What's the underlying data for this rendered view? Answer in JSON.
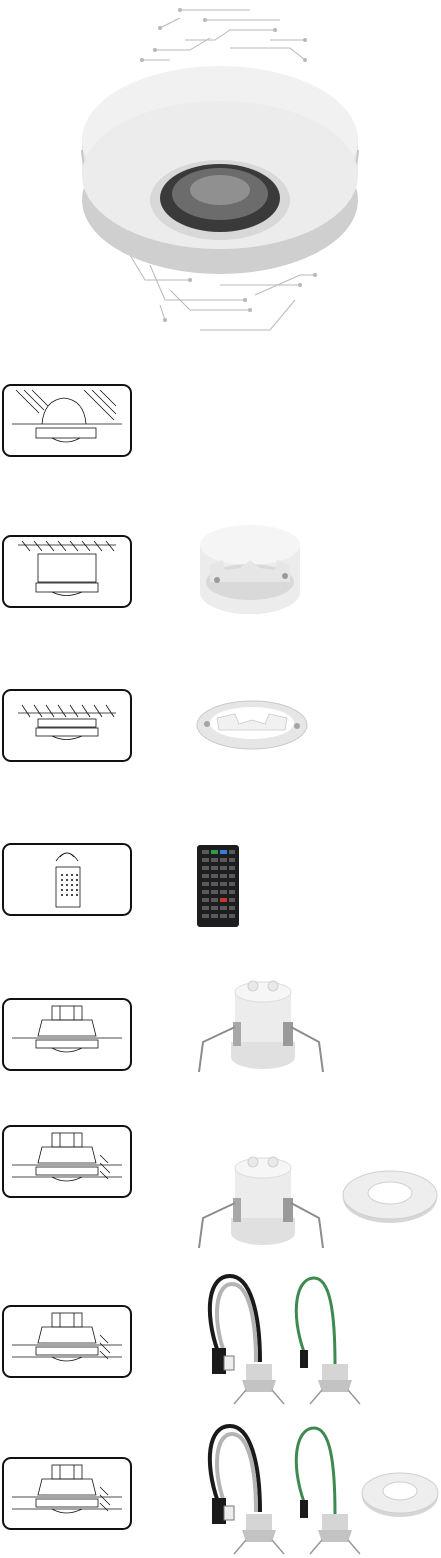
{
  "colors": {
    "frame_stroke": "#111111",
    "product_body": "#ececec",
    "product_shadow": "#cfcfcf",
    "lens": "#3a3a3a",
    "remote_body": "#1d1d1f",
    "cable_black": "#1a1a1a",
    "cable_grey": "#b4b4b4",
    "cable_green": "#3c8a4f",
    "circuit_lines": "#b8b8b8"
  },
  "rows": [
    {
      "id": "surface-mount",
      "icon": "surface-mount-diagram-icon",
      "product": "ceiling-sensor-dome"
    },
    {
      "id": "surface-box",
      "icon": "surface-box-diagram-icon",
      "product": "surface-mount-box"
    },
    {
      "id": "mounting-plate",
      "icon": "mounting-plate-diagram-icon",
      "product": "mounting-ring"
    },
    {
      "id": "remote-control",
      "icon": "remote-control-icon",
      "product": "ir-remote-control"
    },
    {
      "id": "flush-mount",
      "icon": "flush-mount-diagram-icon",
      "product": "flush-mount-sensor"
    },
    {
      "id": "flush-mount-trim",
      "icon": "flush-mount-trim-diagram-icon",
      "product": "flush-sensor-and-trim-ring"
    },
    {
      "id": "flush-mount-cables",
      "icon": "flush-mount-cable-diagram-icon",
      "product": "flush-sensors-with-cables"
    },
    {
      "id": "flush-mount-cables-trim",
      "icon": "flush-mount-cable-trim-diagram-icon",
      "product": "flush-sensors-cables-trim-ring"
    }
  ]
}
